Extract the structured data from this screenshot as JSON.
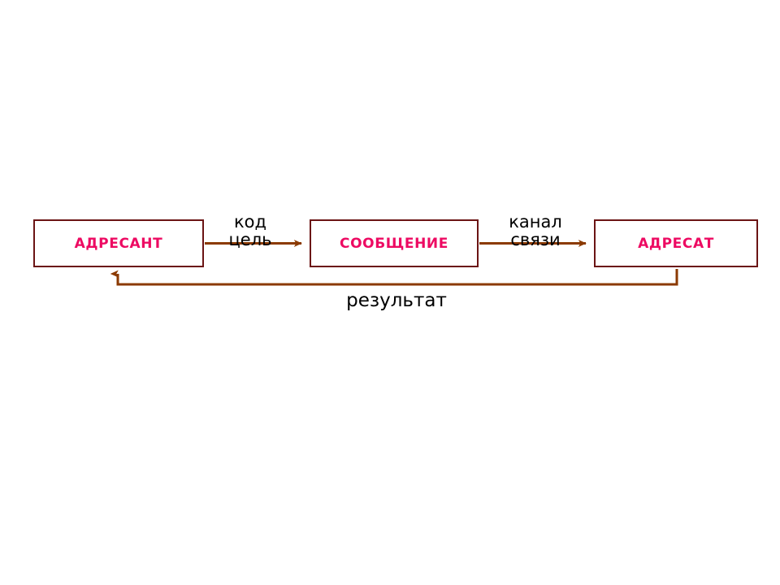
{
  "diagram": {
    "type": "communication-model-flow",
    "background_color": "#ffffff",
    "palette": {
      "node_text": "#ED0A62",
      "node_border": "#6B1414",
      "arrow": "#8B3A00",
      "label_text": "#000000"
    },
    "nodes": [
      {
        "id": "sender",
        "label": "АДРЕСАНТ"
      },
      {
        "id": "message",
        "label": "СООБЩЕНИЕ"
      },
      {
        "id": "receiver",
        "label": "АДРЕСАТ"
      }
    ],
    "edges": [
      {
        "id": "sender-to-message",
        "from": "sender",
        "to": "message",
        "label_line1": "код",
        "label_line2": "цель",
        "direction": "right"
      },
      {
        "id": "message-to-receiver",
        "from": "message",
        "to": "receiver",
        "label_line1": "канал",
        "label_line2": "связи",
        "direction": "right"
      },
      {
        "id": "receiver-to-sender-feedback",
        "from": "receiver",
        "to": "sender",
        "label_line1": "результат",
        "label_line2": "",
        "direction": "feedback-loop"
      }
    ]
  }
}
